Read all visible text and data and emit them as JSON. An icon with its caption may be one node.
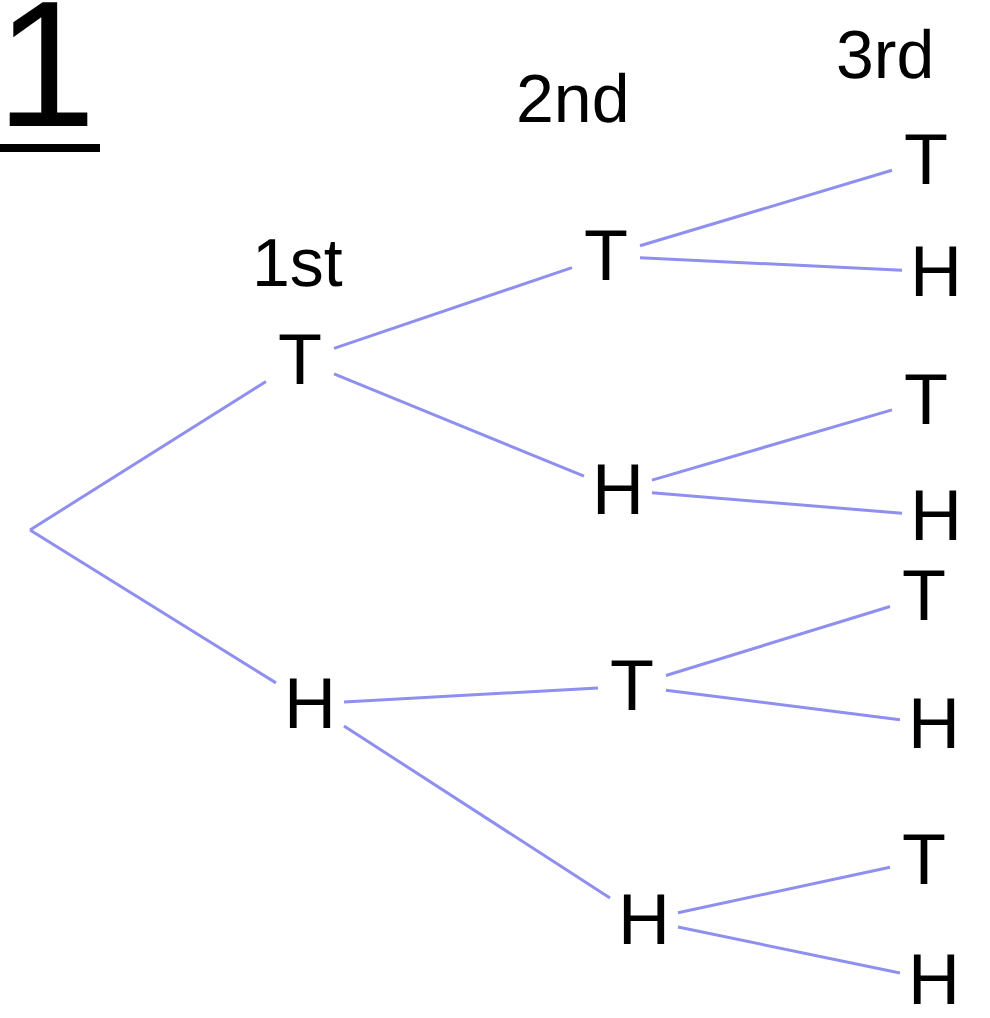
{
  "diagram": {
    "nodes": [
      {
        "text": [
          "T"
        ]
      },
      {
        "text": [
          "H"
        ]
      },
      {
        "text": [
          "T"
        ]
      },
      {
        "text": [
          "H"
        ]
      },
      {
        "text": [
          "T"
        ]
      },
      {
        "text": [
          "H"
        ]
      },
      {
        "text": [
          "T"
        ]
      },
      {
        "text": [
          "H"
        ]
      },
      {
        "text": [
          "T"
        ]
      },
      {
        "text": [
          "H"
        ]
      },
      {
        "text": [
          "T"
        ]
      },
      {
        "text": [
          "H"
        ]
      },
      {
        "text": [
          "T"
        ]
      },
      {
        "text": [
          "H"
        ]
      }
    ],
    "edges": [
      {
        "from": null,
        "to": 0,
        "arrow": "none"
      },
      {
        "from": null,
        "to": 1,
        "arrow": "none"
      },
      {
        "from": 0,
        "to": 2,
        "arrow": "none"
      },
      {
        "from": 0,
        "to": 3,
        "arrow": "none"
      },
      {
        "from": 1,
        "to": 4,
        "arrow": "none"
      },
      {
        "from": 1,
        "to": 5,
        "arrow": "none"
      },
      {
        "from": 2,
        "to": 6,
        "arrow": "none"
      },
      {
        "from": 2,
        "to": 7,
        "arrow": "none"
      },
      {
        "from": 3,
        "to": 8,
        "arrow": "none"
      },
      {
        "from": 3,
        "to": 9,
        "arrow": "none"
      },
      {
        "from": 4,
        "to": 10,
        "arrow": "none"
      },
      {
        "from": 4,
        "to": 11,
        "arrow": "none"
      },
      {
        "from": 5,
        "to": 12,
        "arrow": "none"
      },
      {
        "from": 5,
        "to": 13,
        "arrow": "none"
      }
    ],
    "labels": [
      "1",
      "3rd",
      "2nd",
      "1st"
    ]
  }
}
